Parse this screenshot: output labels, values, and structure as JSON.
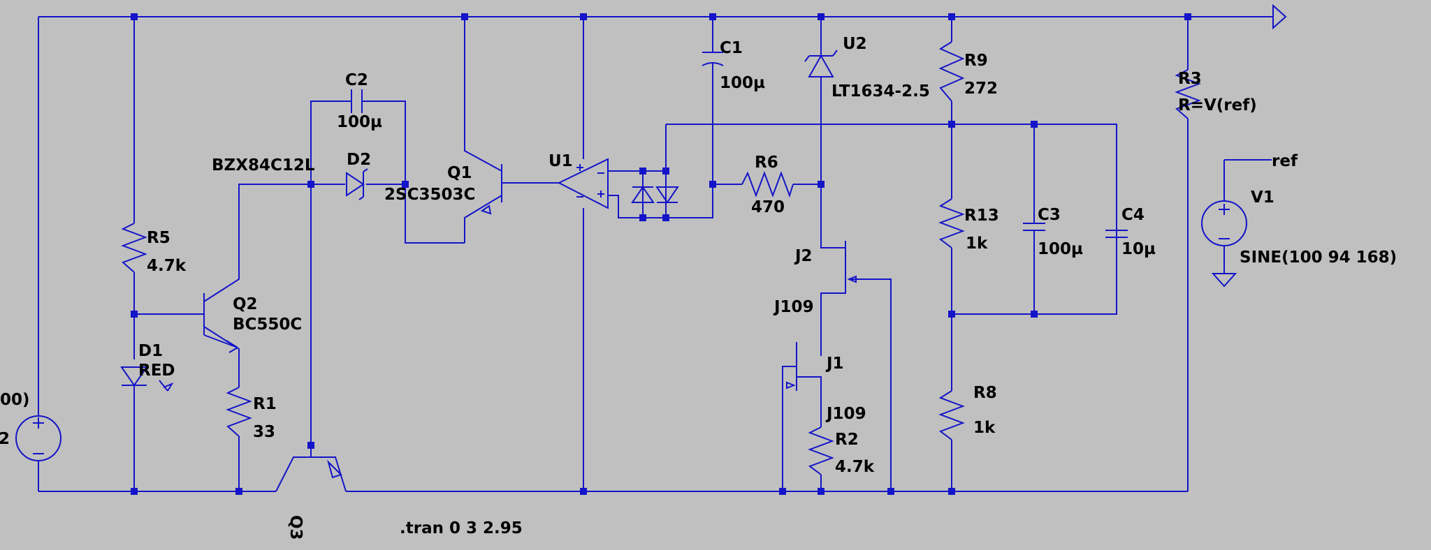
{
  "labels": {
    "C1": "C1",
    "C1_val": "100µ",
    "C2": "C2",
    "C2_val": "100µ",
    "C3": "C3",
    "C3_val": "100µ",
    "C4": "C4",
    "C4_val": "10µ",
    "U2": "U2",
    "U2_val": "LT1634-2.5",
    "R9": "R9",
    "R9_val": "272",
    "R3": "R3",
    "R3_val": "R=V(ref)",
    "BZX": "BZX84C12L",
    "D2": "D2",
    "Q1": "Q1",
    "Q1_val": "2SC3503C",
    "U1": "U1",
    "R6": "R6",
    "R6_val": "470",
    "R13": "R13",
    "R13_val": "1k",
    "R5": "R5",
    "R5_val": "4.7k",
    "Q2": "Q2",
    "Q2_val": "BC550C",
    "D1": "D1",
    "D1_val": "RED",
    "R1": "R1",
    "R1_val": "33",
    "J2": "J2",
    "J2_val": "J109",
    "J1": "J1",
    "J1_val": "J109",
    "R2": "R2",
    "R2_val": "4.7k",
    "R8": "R8",
    "R8_val": "1k",
    "V1": "V1",
    "V1_val": "SINE(100 94 168)",
    "ref": "ref",
    "src_frag1": "00)",
    "src_frag2": "2",
    "Q3": "Q3",
    "tran": ".tran 0 3 2.95"
  }
}
